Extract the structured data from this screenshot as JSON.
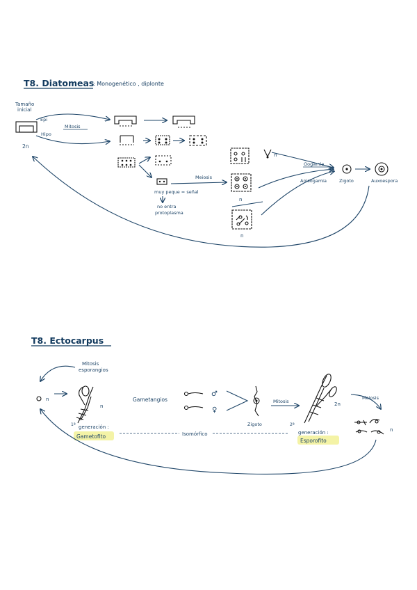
{
  "diatomeas": {
    "title": "T8. Diatomeas",
    "subtitle": ": Monogenético , diplonte",
    "tamano_inicial_1": "Tamaño",
    "tamano_inicial_2": "inicial",
    "epi": "Epi",
    "hipo": "Hipo",
    "mitosis": "Mitosis",
    "two_n": "2n",
    "meiosis": "Meiosis",
    "muy_peque": "muy peque = señal",
    "no_entra": "no entra",
    "protoplasma": "protoplasma",
    "n_top": "n",
    "n_mid": "n",
    "n_bot": "n",
    "oogamia": "Oogamia",
    "anisogamia": "Anisogamia",
    "zigoto": "Zigoto",
    "auxoespora": "Auxoespora"
  },
  "ectocarpus": {
    "title": "T8. Ectocarpus",
    "mitosis_esp_1": "Mitosis",
    "mitosis_esp_2": "esporangios",
    "n_left": "n",
    "n_gameto": "n",
    "gametangios": "Gametangios",
    "male": "♂",
    "female": "♀",
    "zigoto": "Zigoto",
    "mitosis": "Mitosis",
    "two_n": "2n",
    "meiosis": "Meiosis",
    "n_right": "n",
    "gen1_num": "1ª",
    "gen1_label": "generación :",
    "gametofito": "Gametofito",
    "isomorfico": "Isomórfico",
    "gen2_num": "2ª",
    "gen2_label": "generación :",
    "esporofito": "Esporofito"
  },
  "colors": {
    "ink": "#1d4467",
    "title": "#123a5e",
    "highlight": "#f4f3a6"
  }
}
